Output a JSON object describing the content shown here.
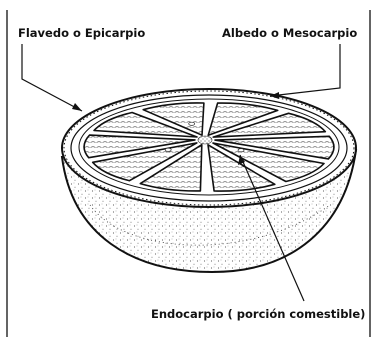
{
  "diagram": {
    "labels": {
      "flavedo": "Flavedo o Epicarpio",
      "albedo": "Albedo o Mesocarpio",
      "endocarpio": "Endocarpio ( porción comestible)"
    }
  }
}
